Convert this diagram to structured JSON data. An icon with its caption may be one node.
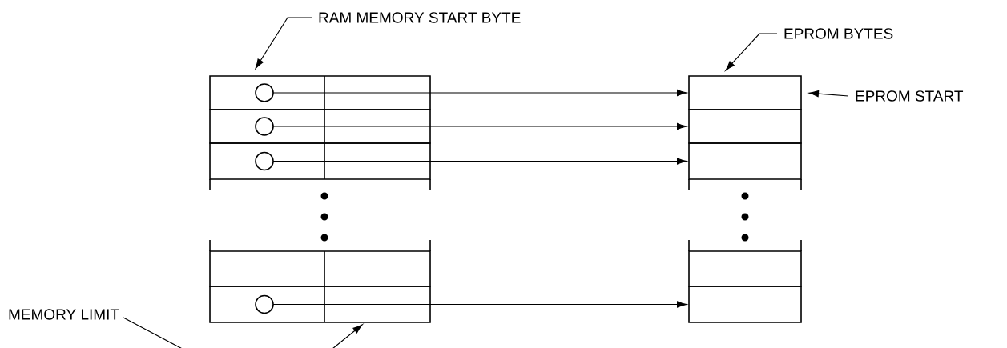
{
  "diagram": {
    "nodes": [
      {
        "text": [
          "RAM MEMORY START BYTE"
        ]
      },
      {
        "text": [
          "EPROM BYTES"
        ]
      },
      {
        "text": [
          "EPROM START"
        ]
      },
      {
        "text": [],
        "shape": "box"
      },
      {
        "text": [],
        "shape": "circle",
        "in": 3
      },
      {
        "text": [],
        "shape": "box"
      },
      {
        "text": [],
        "shape": "box"
      },
      {
        "text": [],
        "shape": "circle",
        "in": 6
      },
      {
        "text": [],
        "shape": "box"
      },
      {
        "text": [],
        "shape": "box"
      },
      {
        "text": [],
        "shape": "circle",
        "in": 9
      },
      {
        "text": [],
        "shape": "box"
      },
      {
        "text": [],
        "shape": "box"
      },
      {
        "text": [],
        "shape": "box"
      },
      {
        "text": [
          "MEMORY LIMIT"
        ]
      },
      {
        "text": [],
        "shape": "box"
      },
      {
        "text": [],
        "shape": "circle",
        "in": 15
      },
      {
        "text": [],
        "shape": "box"
      }
    ],
    "edges": [
      {
        "from": 0,
        "to": 3,
        "arrow": "to"
      },
      {
        "from": 1,
        "to": 5,
        "arrow": "to"
      },
      {
        "from": 2,
        "to": 5,
        "arrow": "to"
      },
      {
        "from": 4,
        "to": 5,
        "arrow": "to"
      },
      {
        "from": 7,
        "to": 8,
        "arrow": "to"
      },
      {
        "from": 10,
        "to": 11,
        "arrow": "to"
      },
      {
        "from": 16,
        "to": 17,
        "arrow": "to"
      },
      {
        "from": 14,
        "to": 15,
        "arrow": "to"
      }
    ]
  }
}
